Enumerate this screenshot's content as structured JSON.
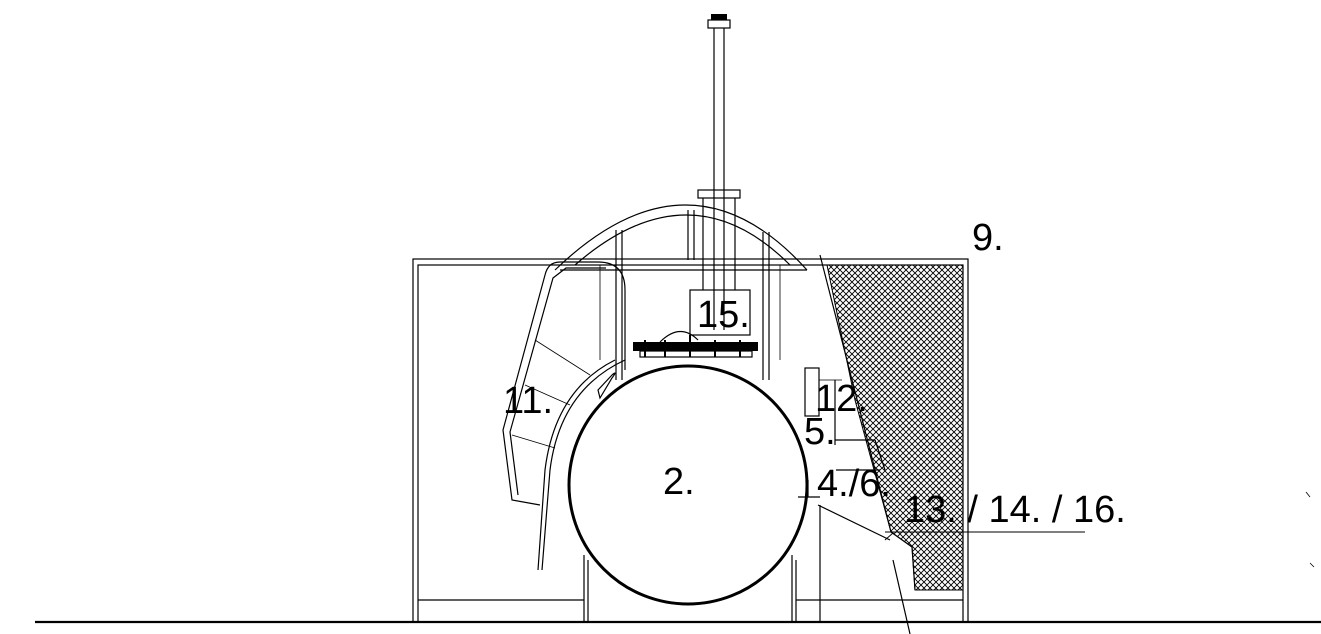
{
  "labels": {
    "label_9": "9.",
    "label_15": "15.",
    "label_11": "11.",
    "label_12": "12.",
    "label_5": "5.",
    "label_2": "2.",
    "label_4_6": "4./6.",
    "label_13_14_16": "13. / 14. / 16."
  },
  "colors": {
    "line": "#000000",
    "background": "#ffffff"
  }
}
